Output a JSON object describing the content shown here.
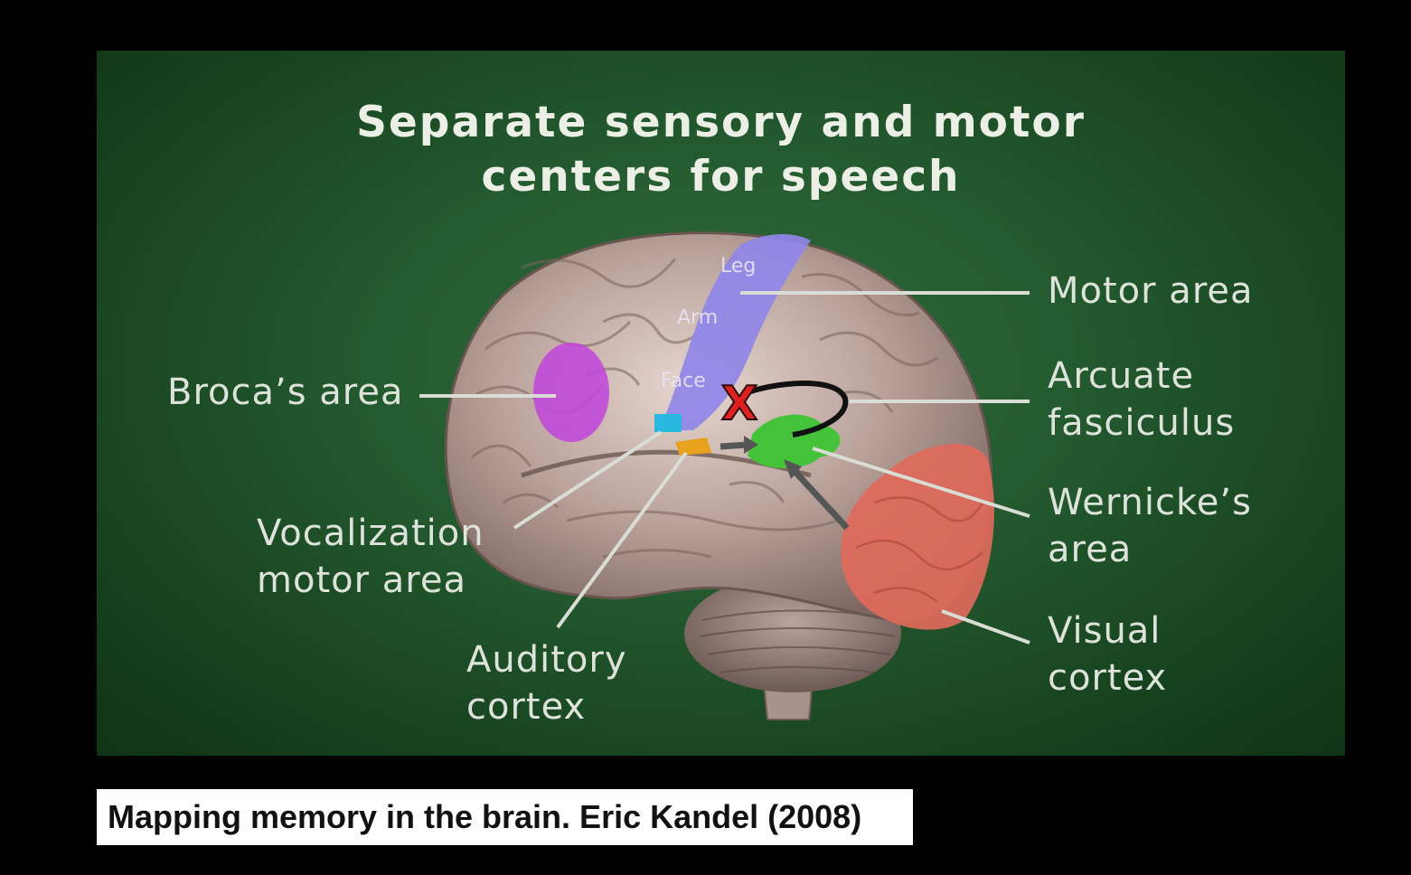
{
  "slide": {
    "title_line1": "Separate sensory and motor",
    "title_line2": "centers for speech",
    "strip_labels": {
      "leg": "Leg",
      "arm": "Arm",
      "face": "Face"
    },
    "lesion_mark": "X",
    "labels": {
      "brocas_area": "Broca’s area",
      "vocalization_1": "Vocalization",
      "vocalization_2": "motor area",
      "auditory_1": "Auditory",
      "auditory_2": "cortex",
      "motor_area": "Motor area",
      "arcuate_1": "Arcuate",
      "arcuate_2": "fasciculus",
      "wernicke_1": "Wernicke’s",
      "wernicke_2": "area",
      "visual_1": "Visual",
      "visual_2": "cortex"
    },
    "colors": {
      "background": "#245a2f",
      "brocas_area": "#c04ad8",
      "motor_strip": "#8f86e8",
      "vocalization": "#2ab8e0",
      "auditory": "#e8a21c",
      "wernicke": "#44c23a",
      "visual_cortex": "#e06a5c",
      "lesion": "#e02020"
    }
  },
  "caption": {
    "text": "Mapping memory in the brain. Eric Kandel (2008)"
  }
}
